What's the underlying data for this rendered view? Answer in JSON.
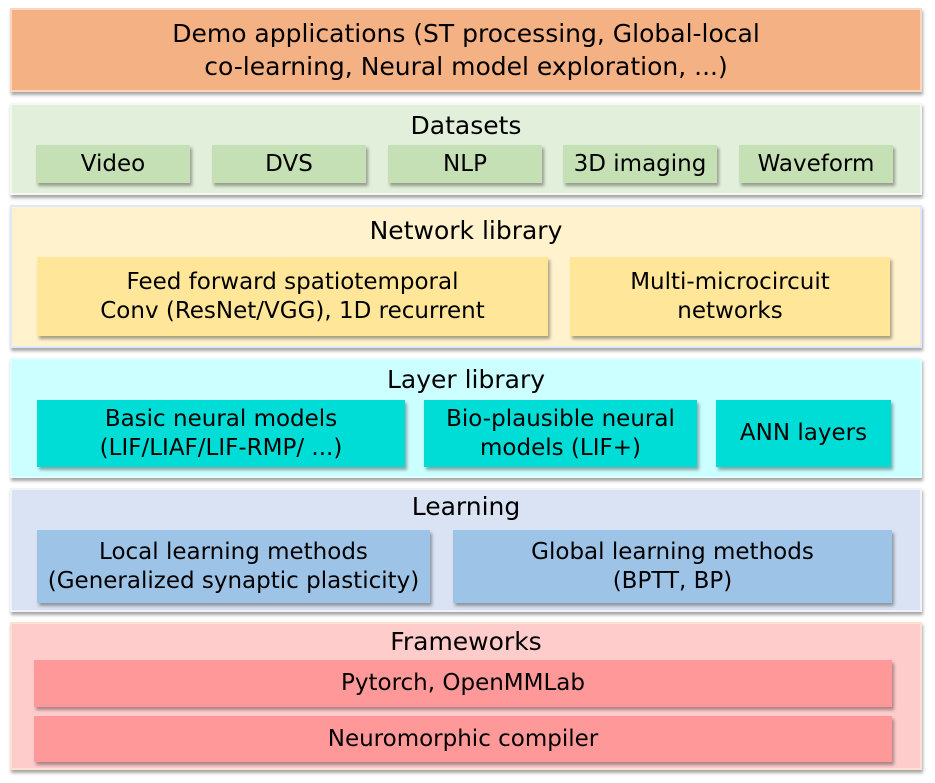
{
  "demo": {
    "title": "Demo applications (ST processing, Global-local\nco-learning, Neural model exploration, ...)"
  },
  "datasets": {
    "title": "Datasets",
    "items": [
      "Video",
      "DVS",
      "NLP",
      "3D imaging",
      "Waveform"
    ]
  },
  "network": {
    "title": "Network library",
    "items": [
      "Feed forward spatiotemporal\nConv (ResNet/VGG), 1D recurrent",
      "Multi-microcircuit\nnetworks"
    ]
  },
  "layer": {
    "title": "Layer library",
    "items": [
      "Basic neural models\n(LIF/LIAF/LIF-RMP/ ...)",
      "Bio-plausible neural\nmodels (LIF+)",
      "ANN layers"
    ]
  },
  "learning": {
    "title": "Learning",
    "items": [
      "Local learning methods\n(Generalized synaptic plasticity)",
      "Global learning methods\n(BPTT, BP)"
    ]
  },
  "frameworks": {
    "title": "Frameworks",
    "items": [
      "Pytorch, OpenMMLab",
      "Neuromorphic compiler"
    ]
  },
  "colors": {
    "demo": "#f4b183",
    "datasets_bg": "#e2efda",
    "datasets_box": "#c5e0b4",
    "network_bg": "#fff2cc",
    "network_box": "#ffe699",
    "layer_bg": "#ccffff",
    "layer_box": "#00dcd6",
    "learning_bg": "#dae3f3",
    "learning_box": "#9dc3e6",
    "frameworks_bg": "#ffcccc",
    "frameworks_box": "#ff9999"
  }
}
